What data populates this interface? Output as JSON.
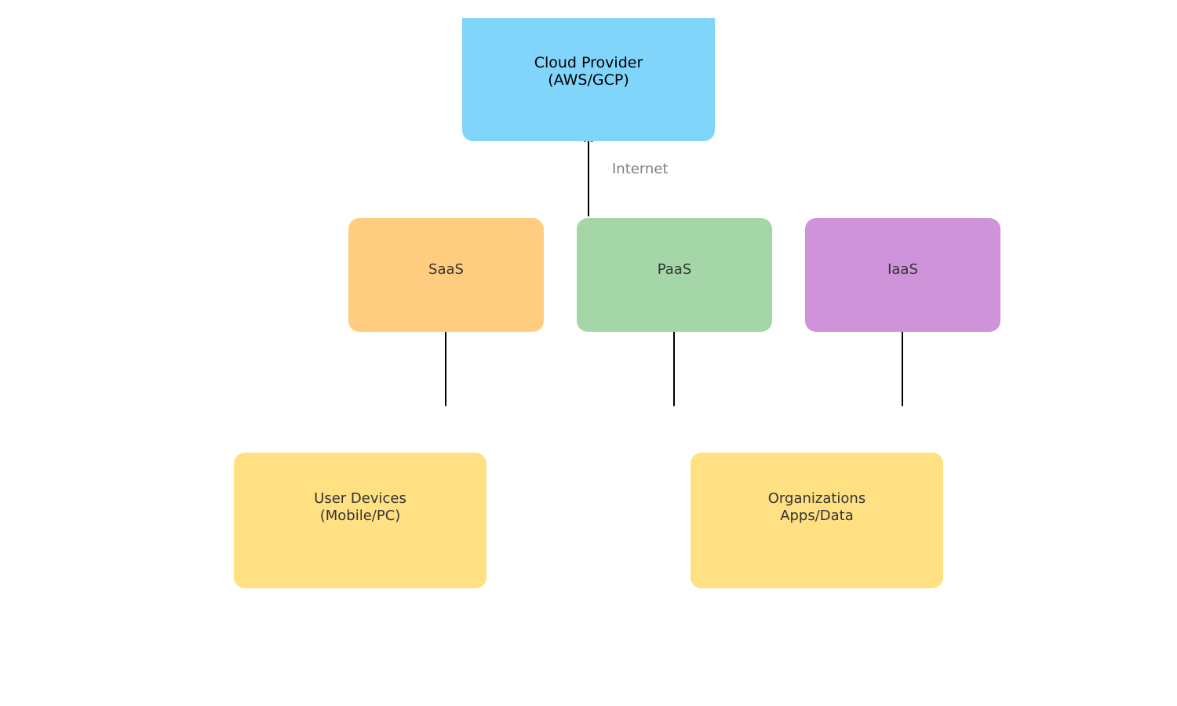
{
  "diagram": {
    "cloud": {
      "label": "Cloud Provider\n(AWS/GCP)",
      "color": "#81d4fa"
    },
    "services": [
      {
        "label": "SaaS",
        "color": "#ffcc80"
      },
      {
        "label": "PaaS",
        "color": "#a5d6a7"
      },
      {
        "label": "IaaS",
        "color": "#ce93d8"
      }
    ],
    "consumers": [
      {
        "label": "User Devices\n(Mobile/PC)",
        "color": "#ffe082"
      },
      {
        "label": "Organizations\nApps/Data",
        "color": "#ffe082"
      }
    ],
    "connections": [
      {
        "from": "PaaS",
        "to": "Cloud Provider",
        "label": "Internet"
      },
      {
        "from": "User Devices",
        "to": "SaaS",
        "label": ""
      },
      {
        "from": "Organizations",
        "to": "PaaS",
        "label": ""
      },
      {
        "from": "Organizations",
        "to": "IaaS",
        "label": ""
      }
    ],
    "arrow_color": "#000000",
    "edge_label_color": "#808080"
  }
}
